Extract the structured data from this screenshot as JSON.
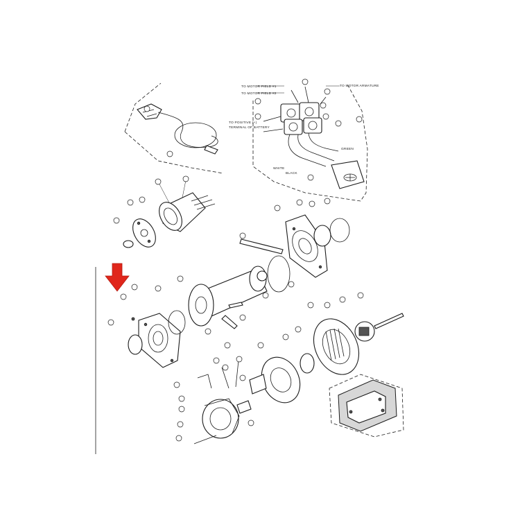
{
  "figure": {
    "wire_labels": [
      "TO MOTOR FIELD #1",
      "TO MOTOR FIELD #2",
      "TO MOTOR ARMATURE",
      "TO POSITIVE (+)",
      "TERMINAL OF BATTERY",
      "GREEN",
      "WHITE",
      "BLACK"
    ],
    "colors": {
      "line": "#1a1a1a",
      "arrow": "#e0261b",
      "background": "#ffffff"
    },
    "highlight": {
      "description_icon": "red-arrow-icon",
      "target_part": "rear-housing"
    }
  }
}
